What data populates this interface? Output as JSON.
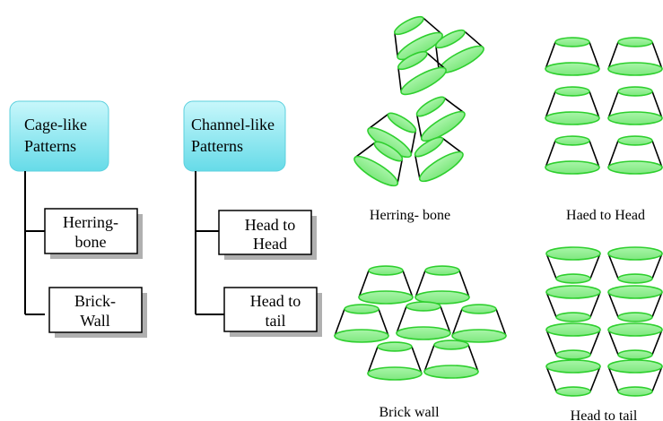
{
  "categories": {
    "cage_like": {
      "title_line1": "Cage-like",
      "title_line2": "Patterns",
      "items": [
        {
          "line1": "Herring-",
          "line2": "bone"
        },
        {
          "line1": "Brick-",
          "line2": "Wall"
        }
      ]
    },
    "channel_like": {
      "title_line1": "Channel-like",
      "title_line2": "Patterns",
      "items": [
        {
          "line1": "Head to",
          "line2": "Head"
        },
        {
          "line1": "Head to",
          "line2": "tail"
        }
      ]
    }
  },
  "pattern_captions": {
    "herringbone": "Herring- bone",
    "head_to_head": "Haed to Head",
    "brick_wall": "Brick wall",
    "head_to_tail": "Head to tail"
  },
  "colors": {
    "category_box_fill": "#7fe3ef",
    "category_box_gradient_top": "#c8f7fb",
    "rim_fill": "#8ff08f",
    "rim_stroke": "#2ecf2e",
    "outline": "#000000",
    "shadow": "#b0b0b0"
  }
}
